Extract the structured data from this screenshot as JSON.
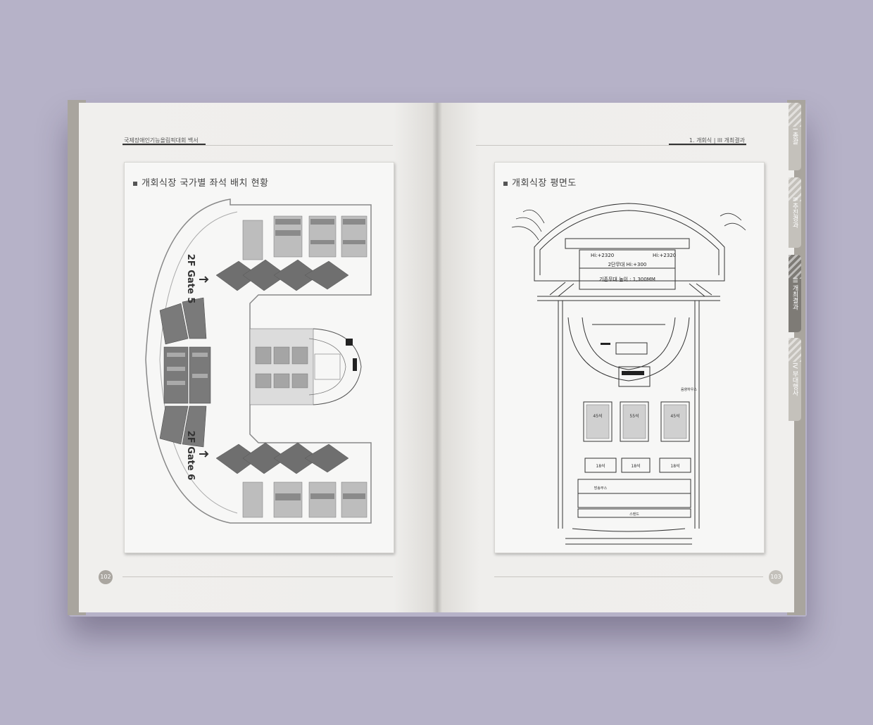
{
  "left_page": {
    "running_head": "국제장애인기능올림픽대회 백서",
    "panel_title": "개회식장 국가별 좌석 배치 현황",
    "gate_5": "2F Gate 5",
    "gate_6": "2F Gate 6",
    "page_number": "102"
  },
  "right_page": {
    "running_head": "1. 개회식 | III 개최결과",
    "panel_title": "개회식장 평면도",
    "plan_labels": {
      "hi_left": "Hi:+2320",
      "hi_right": "Hi:+2320",
      "stage2": "2단무대 Hi:+300",
      "stage_height": "기존무대 높이 : 1,300MM",
      "seats_45a": "45석",
      "seats_55": "55석",
      "seats_45b": "45석",
      "seats_18a": "18석",
      "seats_18b": "18석",
      "seats_18c": "18석",
      "mixer": "음향하우스",
      "booth_broadcast": "방송부스",
      "stand": "스탠드"
    },
    "page_number": "103"
  },
  "side_tabs": [
    {
      "label": "I 총괄"
    },
    {
      "label": "II 추진경과"
    },
    {
      "label": "III 개최결과"
    },
    {
      "label": "IV 부대행사"
    }
  ],
  "colors": {
    "background": "#b6b2c8",
    "paper": "#efeeec",
    "active_tab": "#7e7b76",
    "tab": "#c4c1bb"
  }
}
